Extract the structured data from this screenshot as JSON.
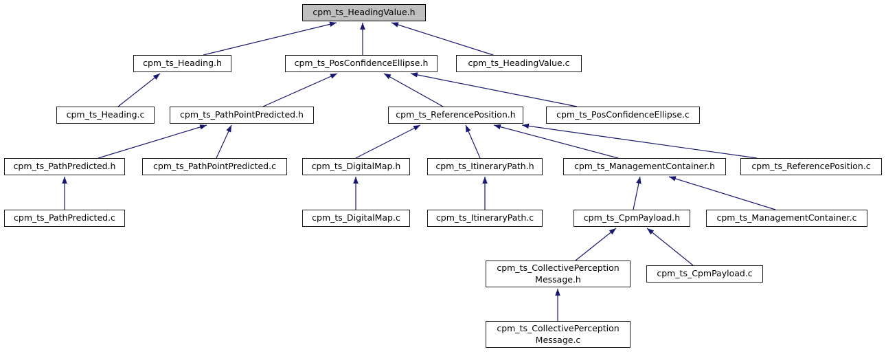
{
  "diagram": {
    "type": "include-dependency-graph",
    "root_file": "cpm_ts_HeadingValue.h",
    "colors": {
      "edge": "#191970",
      "node_border": "#1c1c1c",
      "node_fill": "#ffffff",
      "root_node_fill": "#bfbfbf",
      "background": "#ffffff",
      "text": "#000000"
    },
    "nodes": [
      {
        "id": "headingvalue_h",
        "label": "cpm_ts_HeadingValue.h"
      },
      {
        "id": "heading_h",
        "label": "cpm_ts_Heading.h"
      },
      {
        "id": "posconfidenceellipse_h",
        "label": "cpm_ts_PosConfidenceEllipse.h"
      },
      {
        "id": "headingvalue_c",
        "label": "cpm_ts_HeadingValue.c"
      },
      {
        "id": "heading_c",
        "label": "cpm_ts_Heading.c"
      },
      {
        "id": "pathpointpredicted_h",
        "label": "cpm_ts_PathPointPredicted.h"
      },
      {
        "id": "referenceposition_h",
        "label": "cpm_ts_ReferencePosition.h"
      },
      {
        "id": "posconfidenceellipse_c",
        "label": "cpm_ts_PosConfidenceEllipse.c"
      },
      {
        "id": "pathpredicted_h",
        "label": "cpm_ts_PathPredicted.h"
      },
      {
        "id": "pathpointpredicted_c",
        "label": "cpm_ts_PathPointPredicted.c"
      },
      {
        "id": "digitalmap_h",
        "label": "cpm_ts_DigitalMap.h"
      },
      {
        "id": "itinerarypath_h",
        "label": "cpm_ts_ItineraryPath.h"
      },
      {
        "id": "managementcontainer_h",
        "label": "cpm_ts_ManagementContainer.h"
      },
      {
        "id": "referenceposition_c",
        "label": "cpm_ts_ReferencePosition.c"
      },
      {
        "id": "pathpredicted_c",
        "label": "cpm_ts_PathPredicted.c"
      },
      {
        "id": "digitalmap_c",
        "label": "cpm_ts_DigitalMap.c"
      },
      {
        "id": "itinerarypath_c",
        "label": "cpm_ts_ItineraryPath.c"
      },
      {
        "id": "cpmpayload_h",
        "label": "cpm_ts_CpmPayload.h"
      },
      {
        "id": "managementcontainer_c",
        "label": "cpm_ts_ManagementContainer.c"
      },
      {
        "id": "collectiveperceptionmessage_h",
        "label": "cpm_ts_CollectivePerception\nMessage.h"
      },
      {
        "id": "cpmpayload_c",
        "label": "cpm_ts_CpmPayload.c"
      },
      {
        "id": "collectiveperceptionmessage_c",
        "label": "cpm_ts_CollectivePerception\nMessage.c"
      }
    ],
    "edges": [
      {
        "from": "heading_h",
        "to": "headingvalue_h"
      },
      {
        "from": "posconfidenceellipse_h",
        "to": "headingvalue_h"
      },
      {
        "from": "headingvalue_c",
        "to": "headingvalue_h"
      },
      {
        "from": "heading_c",
        "to": "heading_h"
      },
      {
        "from": "pathpointpredicted_h",
        "to": "posconfidenceellipse_h"
      },
      {
        "from": "referenceposition_h",
        "to": "posconfidenceellipse_h"
      },
      {
        "from": "posconfidenceellipse_c",
        "to": "posconfidenceellipse_h"
      },
      {
        "from": "pathpredicted_h",
        "to": "pathpointpredicted_h"
      },
      {
        "from": "pathpointpredicted_c",
        "to": "pathpointpredicted_h"
      },
      {
        "from": "digitalmap_h",
        "to": "referenceposition_h"
      },
      {
        "from": "itinerarypath_h",
        "to": "referenceposition_h"
      },
      {
        "from": "managementcontainer_h",
        "to": "referenceposition_h"
      },
      {
        "from": "referenceposition_c",
        "to": "referenceposition_h"
      },
      {
        "from": "pathpredicted_c",
        "to": "pathpredicted_h"
      },
      {
        "from": "digitalmap_c",
        "to": "digitalmap_h"
      },
      {
        "from": "itinerarypath_c",
        "to": "itinerarypath_h"
      },
      {
        "from": "cpmpayload_h",
        "to": "managementcontainer_h"
      },
      {
        "from": "managementcontainer_c",
        "to": "managementcontainer_h"
      },
      {
        "from": "collectiveperceptionmessage_h",
        "to": "cpmpayload_h"
      },
      {
        "from": "cpmpayload_c",
        "to": "cpmpayload_h"
      },
      {
        "from": "collectiveperceptionmessage_c",
        "to": "collectiveperceptionmessage_h"
      }
    ]
  }
}
